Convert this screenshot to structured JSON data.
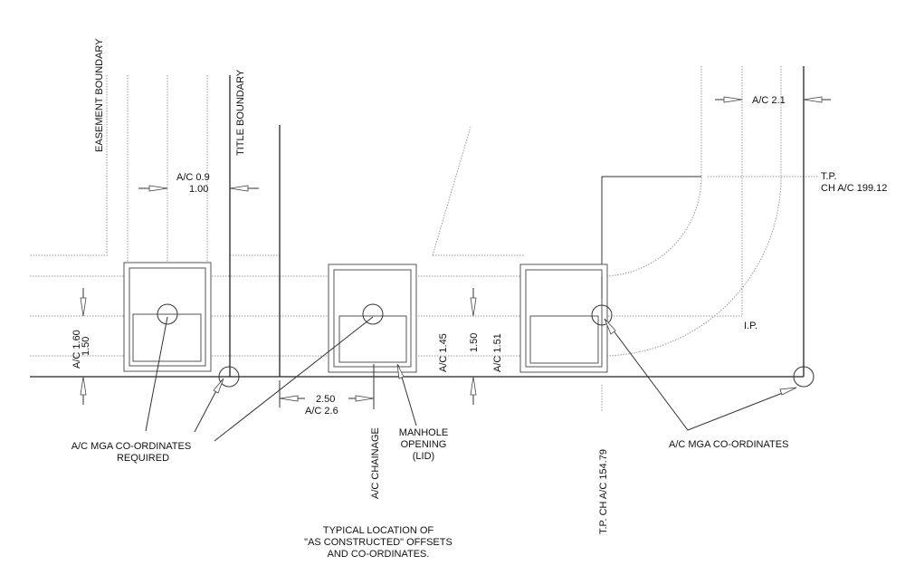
{
  "labels": {
    "easement_boundary": "EASEMENT BOUNDARY",
    "title_boundary": "TITLE BOUNDARY",
    "dim_top_ac": "A/C 0.9",
    "dim_top_design": "1.00",
    "dim_left_ac": "A/C 1.60",
    "dim_left_design": "1.50",
    "dim_chain_design": "2.50",
    "dim_chain_ac": "A/C 2.6",
    "coords_required_1": "A/C MGA CO-ORDINATES",
    "coords_required_2": "REQUIRED",
    "ac_chainage": "A/C CHAINAGE",
    "manhole_1": "MANHOLE",
    "manhole_2": "OPENING",
    "manhole_3": "(LID)",
    "dim_mid_ac1": "A/C 1.45",
    "dim_mid_design": "1.50",
    "dim_mid_ac2": "A/C 1.51",
    "dim_right_ac": "A/C 2.1",
    "tp_1": "T.P.",
    "tp_2": "CH A/C 199.12",
    "ip": "I.P.",
    "tp_bottom": "T.P. CH A/C 154.79",
    "coords": "A/C MGA CO-ORDINATES",
    "title_1": "TYPICAL LOCATION OF",
    "title_2": "\"AS CONSTRUCTED\" OFFSETS",
    "title_3": "AND CO-ORDINATES."
  }
}
